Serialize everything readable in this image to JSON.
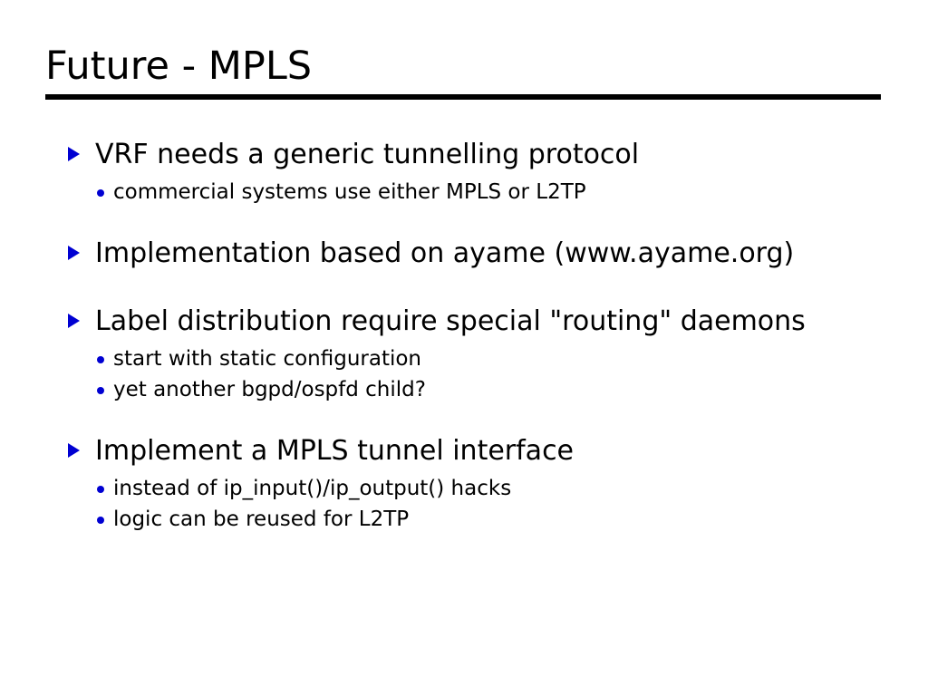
{
  "slide": {
    "title": "Future - MPLS",
    "accent_color": "#0000d2",
    "text_color": "#000000",
    "background_color": "#ffffff",
    "bullet_level1_icon": "triangle-right-icon",
    "bullet_level2_icon": "dot-icon",
    "groups": [
      {
        "heading": "VRF needs a generic tunnelling protocol",
        "subitems": [
          "commercial systems use either MPLS or L2TP"
        ]
      },
      {
        "heading": "Implementation based on ayame (www.ayame.org)",
        "subitems": []
      },
      {
        "heading": "Label distribution require special \"routing\" daemons",
        "subitems": [
          "start with static configuration",
          "yet another bgpd/ospfd child?"
        ]
      },
      {
        "heading": "Implement a MPLS tunnel interface",
        "subitems": [
          "instead of ip_input()/ip_output() hacks",
          "logic can be reused for L2TP"
        ]
      }
    ]
  }
}
